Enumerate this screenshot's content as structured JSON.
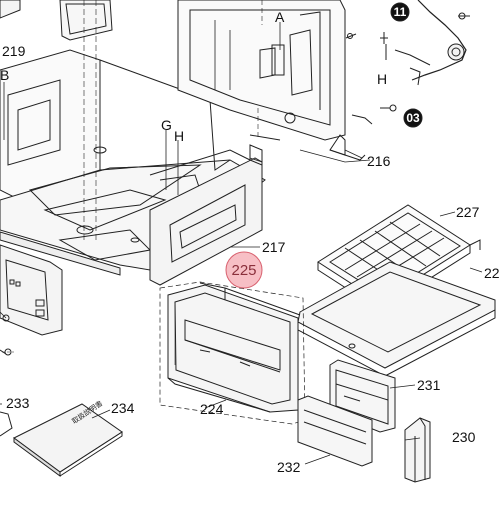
{
  "diagram": {
    "callout": {
      "number": "225",
      "fill": "#f08a96",
      "stroke": "#d8606e"
    },
    "labels": {
      "p219": "219",
      "B": "B",
      "G": "G",
      "H_left": "H",
      "A": "A",
      "H_right": "H",
      "p216": "216",
      "p217": "217",
      "p227": "227",
      "p22x": "22",
      "p224": "224",
      "p231": "231",
      "p233": "233",
      "p234": "234",
      "p230": "230",
      "p232": "232"
    },
    "badges": {
      "b11": "11",
      "b03": "03"
    },
    "manual_cover_text": "取扱説明書"
  }
}
